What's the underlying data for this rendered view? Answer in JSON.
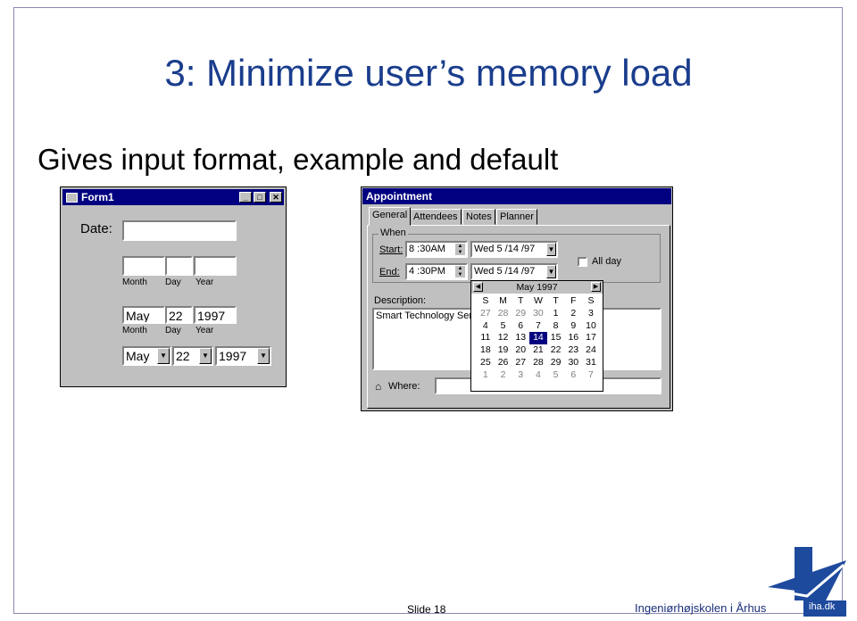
{
  "slide": {
    "title": "3: Minimize user’s memory load",
    "subtitle": "Gives input format, example and default",
    "slide_number": "Slide 18",
    "school": "Ingeniørhøjskolen i Århus",
    "logo_text": "iha.dk"
  },
  "form1": {
    "title": "Form1",
    "date_label": "Date:",
    "date_value": "",
    "blank_month": "",
    "blank_day": "",
    "blank_year": "",
    "month_caption": "Month",
    "day_caption": "Day",
    "year_caption": "Year",
    "month_value": "May",
    "day_value": "22",
    "year_value": "1997",
    "month2_caption": "Month",
    "day2_caption": "Day",
    "year2_caption": "Year",
    "month_select": "May",
    "day_select": "22",
    "year_select": "1997",
    "minimize_glyph": "_",
    "maximize_glyph": "□",
    "close_glyph": "✕"
  },
  "appointment": {
    "title": "Appointment",
    "tabs": [
      "General",
      "Attendees",
      "Notes",
      "Planner"
    ],
    "when_label": "When",
    "start_label": "Start:",
    "start_time": "8 :30AM",
    "start_date": "Wed  5  /14 /97",
    "end_label": "End:",
    "end_time": "4 :30PM",
    "end_date": "Wed  5  /14 /97",
    "allday_label": "All day",
    "description_label": "Description:",
    "description_value": "Smart Technology Sem",
    "where_label": "Where:",
    "where_value": ""
  },
  "calendar": {
    "month_label": "May 1997",
    "weekdays": [
      "S",
      "M",
      "T",
      "W",
      "T",
      "F",
      "S"
    ],
    "days": [
      [
        "27",
        "28",
        "29",
        "30",
        "1",
        "2",
        "3"
      ],
      [
        "4",
        "5",
        "6",
        "7",
        "8",
        "9",
        "10"
      ],
      [
        "11",
        "12",
        "13",
        "14",
        "15",
        "16",
        "17"
      ],
      [
        "18",
        "19",
        "20",
        "21",
        "22",
        "23",
        "24"
      ],
      [
        "25",
        "26",
        "27",
        "28",
        "29",
        "30",
        "31"
      ],
      [
        "1",
        "2",
        "3",
        "4",
        "5",
        "6",
        "7"
      ]
    ],
    "selected": "14"
  }
}
